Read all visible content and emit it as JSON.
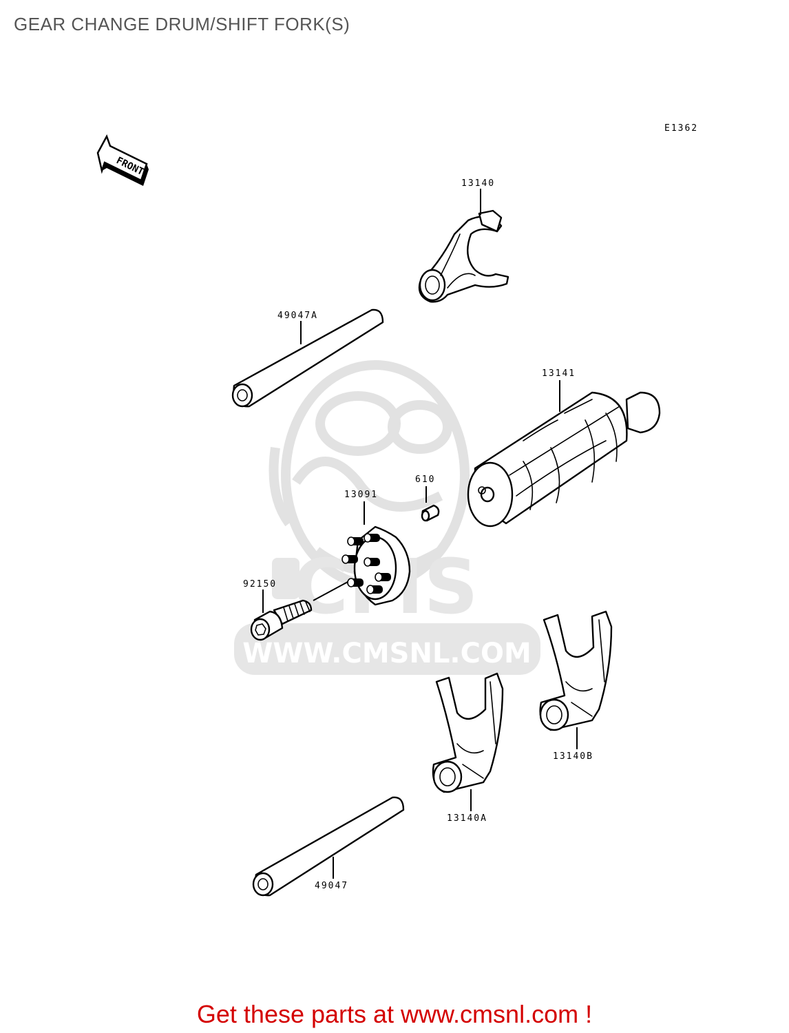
{
  "title": "GEAR CHANGE DRUM/SHIFT FORK(S)",
  "diagram_code": "E1362",
  "front_arrow_label": "FRONT",
  "watermark": {
    "brand": "CMS",
    "url": "WWW.CMSNL.COM"
  },
  "callouts": [
    {
      "id": "fork-top",
      "label": "13140"
    },
    {
      "id": "shaft-top",
      "label": "49047A"
    },
    {
      "id": "drum",
      "label": "13141"
    },
    {
      "id": "pin",
      "label": "610"
    },
    {
      "id": "star",
      "label": "13091"
    },
    {
      "id": "bolt",
      "label": "92150"
    },
    {
      "id": "fork-b",
      "label": "13140B"
    },
    {
      "id": "fork-a",
      "label": "13140A"
    },
    {
      "id": "shaft-bottom",
      "label": "49047"
    }
  ],
  "footer": "Get these parts at www.cmsnl.com !"
}
